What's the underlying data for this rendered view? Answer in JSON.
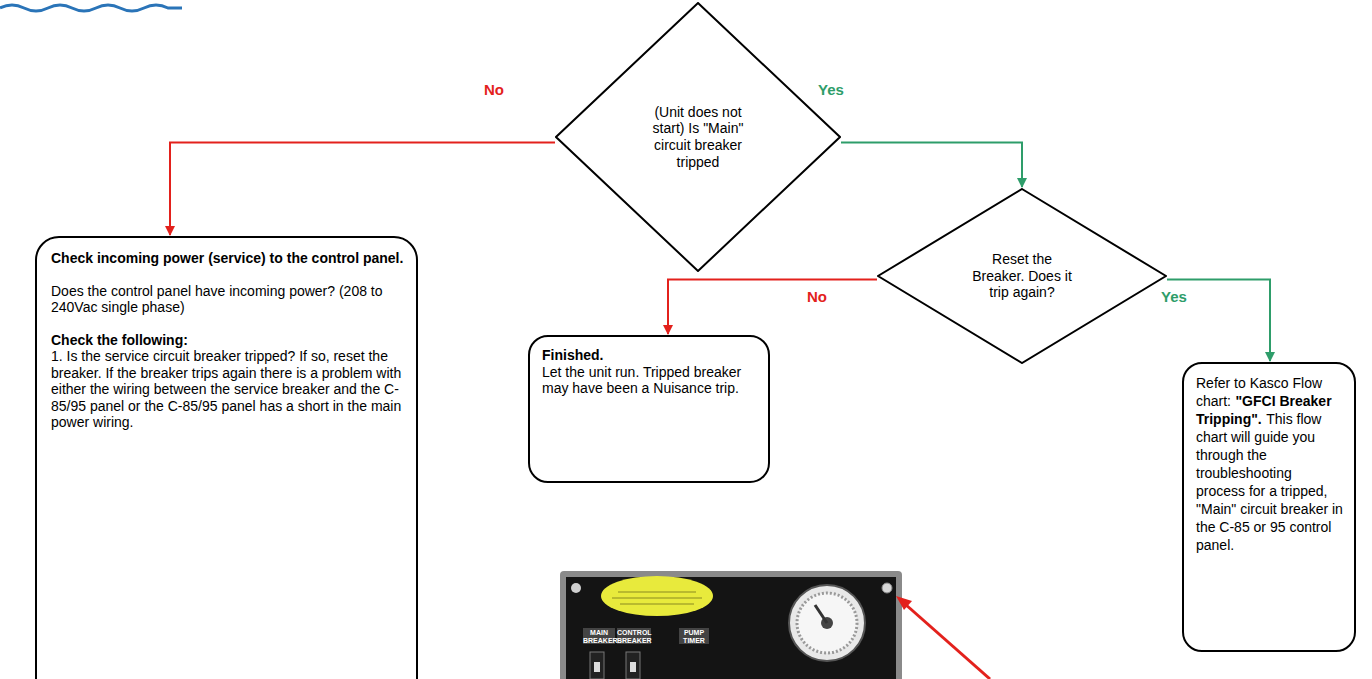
{
  "diagram": {
    "nodes": [
      {
        "text": [
          "(Unit does not start) Is \"Main\" circuit breaker tripped"
        ]
      },
      {
        "text": [
          "Check incoming power (service) to the control panel.",
          "Does the control panel have incoming power? (208 to 240Vac single phase)",
          "Check the following:",
          "1. Is the service circuit breaker tripped? If so, reset the breaker. If the breaker trips again there is a problem with either the wiring between the service breaker and the C-85/95 panel or the C-85/95 panel has a short in the main power wiring."
        ]
      },
      {
        "text": [
          "Reset the Breaker. Does it trip again?"
        ]
      },
      {
        "text": [
          "Finished.",
          "Let the unit run. Tripped breaker may have been a Nuisance trip."
        ]
      },
      {
        "text": [
          "Refer to Kasco Flow chart:",
          "\"GFCI Breaker Tripping\".",
          "This flow chart will guide you through the troubleshooting process for a tripped, \"Main\" circuit breaker in the C-85 or 95 control panel."
        ]
      }
    ],
    "edges": [
      {
        "from": 0,
        "to": 1,
        "label": "No",
        "arrow": "to"
      },
      {
        "from": 0,
        "to": 2,
        "label": "Yes",
        "arrow": "to"
      },
      {
        "from": 2,
        "to": 3,
        "label": "No",
        "arrow": "to"
      },
      {
        "from": 2,
        "to": 4,
        "label": "Yes",
        "arrow": "to"
      }
    ],
    "labels": [
      "MAIN BREAKER",
      "CONTROL BREAKER",
      "PUMP TIMER"
    ]
  }
}
